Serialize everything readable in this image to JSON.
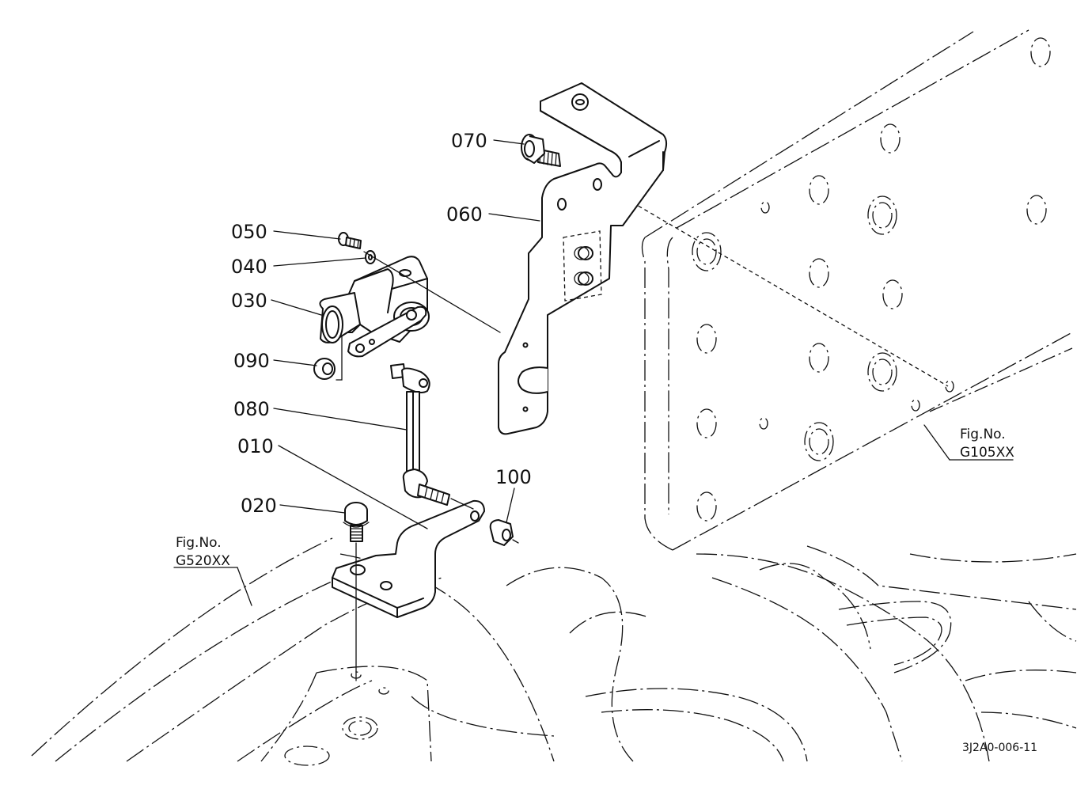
{
  "callouts": [
    {
      "id": "070",
      "label": "070"
    },
    {
      "id": "060",
      "label": "060"
    },
    {
      "id": "050",
      "label": "050"
    },
    {
      "id": "040",
      "label": "040"
    },
    {
      "id": "030",
      "label": "030"
    },
    {
      "id": "090",
      "label": "090"
    },
    {
      "id": "080",
      "label": "080"
    },
    {
      "id": "010",
      "label": "010"
    },
    {
      "id": "100",
      "label": "100"
    },
    {
      "id": "020",
      "label": "020"
    }
  ],
  "references": {
    "frame": {
      "line1": "Fig.No.",
      "line2": "G105XX"
    },
    "axle": {
      "line1": "Fig.No.",
      "line2": "G520XX"
    }
  },
  "drawing_code": "3J2A0-006-11"
}
